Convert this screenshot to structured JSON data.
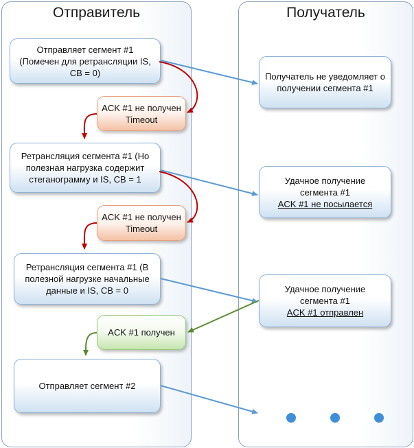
{
  "lanes": {
    "sender_title": "Отправитель",
    "receiver_title": "Получатель"
  },
  "sender": {
    "step1": {
      "line1": "Отправляет сегмент #1",
      "line2": "(Помечен для ретрансляции IS,",
      "line3": "CB = 0)"
    },
    "ack_lost_1": {
      "line1": "ACK #1 не получен",
      "line2": "Timeout"
    },
    "step2": {
      "line1": "Ретрансляция сегмента #1 (Но",
      "line2": "полезная нагрузка содержит",
      "line3": "стеганограмму и IS, CB = 1"
    },
    "ack_lost_2": {
      "line1": "ACK #1 не получен",
      "line2": "Timeout"
    },
    "step3": {
      "line1": "Ретрансляция сегмента #1 (В",
      "line2": "полезной нагрузке начальные",
      "line3": "данные и IS, CB = 0"
    },
    "ack_ok": {
      "line1": "ACK #1 получен"
    },
    "step4": {
      "line1": "Отправляет сегмент #2"
    }
  },
  "receiver": {
    "r1": {
      "line1": "Получатель не уведомляет о",
      "line2": "получении сегмента #1"
    },
    "r2": {
      "line1": "Удачное получение",
      "line2": "сегмента #1",
      "line3": "ACK #1 не посылается"
    },
    "r3": {
      "line1": "Удачное получение",
      "line2": "сегмента #1",
      "line3": "ACK #1 отправлен"
    }
  },
  "colors": {
    "blue_arrow": "#5b9bd5",
    "red_arrow": "#c00000",
    "green_arrow": "#5a8a2e",
    "dot": "#3f8fd8"
  }
}
